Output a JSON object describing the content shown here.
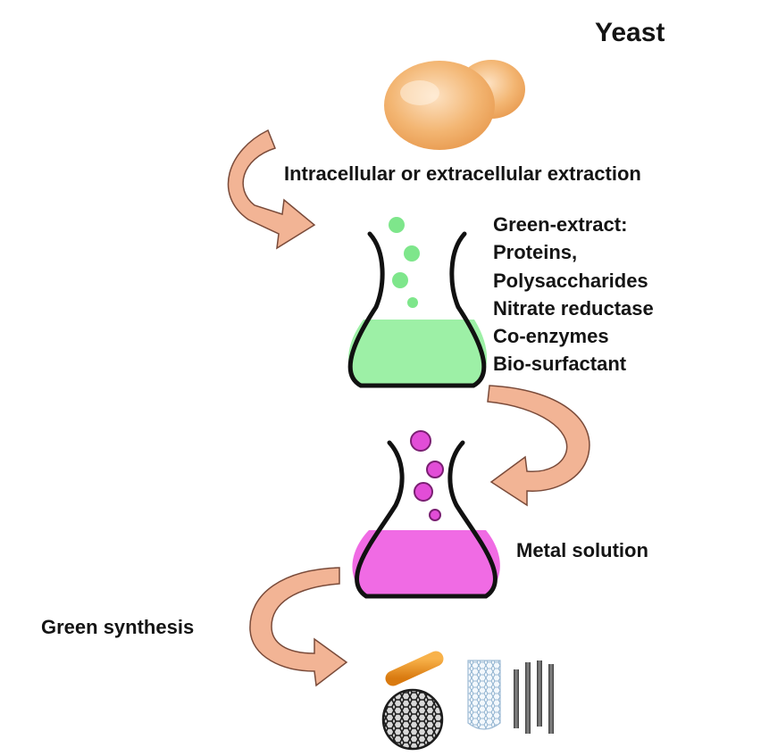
{
  "title": "Yeast",
  "steps": {
    "extraction": "Intracellular or extracellular extraction",
    "metal_solution": "Metal solution",
    "green_synthesis": "Green synthesis"
  },
  "extract": {
    "heading": "Green-extract:",
    "items": [
      "Proteins,",
      "Polysaccharides",
      "Nitrate reductase",
      "Co-enzymes",
      "Bio-surfactant"
    ]
  },
  "colors": {
    "yeast": "#f3b673",
    "arrow": "#f2b495",
    "arrow_outline": "#7a4b3a",
    "green_liquid": "#9df0a6",
    "green_bubble": "#7ee68b",
    "pink_liquid": "#f06be4",
    "pink_bubble": "#e24dd7"
  },
  "icons": [
    "yeast-cell-icon",
    "flask-green-icon",
    "flask-pink-icon",
    "nanorod-icon",
    "nanotube-icon",
    "nanowires-icon",
    "fullerene-icon"
  ]
}
